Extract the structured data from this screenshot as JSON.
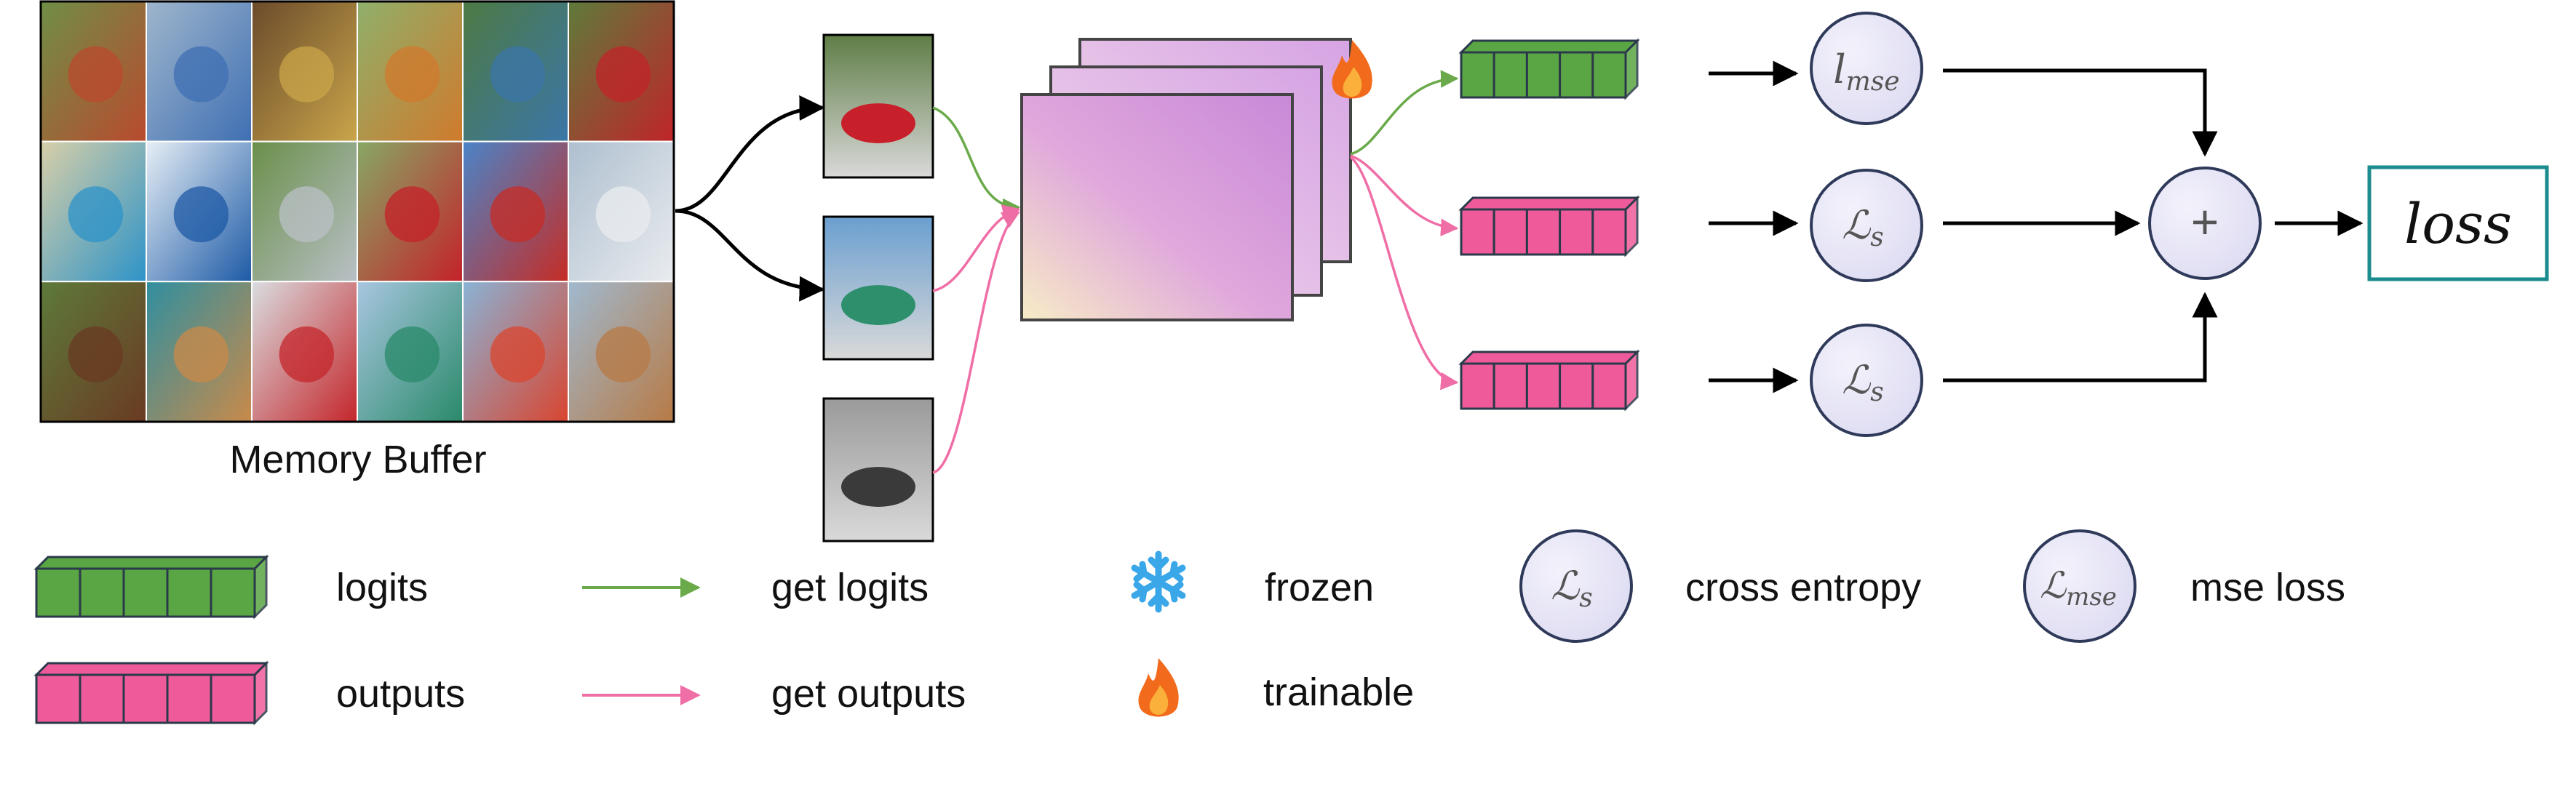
{
  "memory_buffer": {
    "label": "Memory Buffer",
    "images": [
      {
        "name": "warning-sign",
        "c1": "#6f8f46",
        "c2": "#b94a2e"
      },
      {
        "name": "pedestrian-sign",
        "c1": "#9fb6cc",
        "c2": "#3f6fb3"
      },
      {
        "name": "finch-bird",
        "c1": "#6b4b2b",
        "c2": "#c9a54a"
      },
      {
        "name": "robin-bird",
        "c1": "#8fb06b",
        "c2": "#d07a2c"
      },
      {
        "name": "bluebird",
        "c1": "#4d7a44",
        "c2": "#3b76a8"
      },
      {
        "name": "stop-sign",
        "c1": "#5e7b3b",
        "c2": "#c0242a"
      },
      {
        "name": "tuk-tuk",
        "c1": "#d8cfa8",
        "c2": "#2d93c8"
      },
      {
        "name": "bike-lane-sign",
        "c1": "#e6eef5",
        "c2": "#1d5aa6"
      },
      {
        "name": "silver-car",
        "c1": "#6a8f4a",
        "c2": "#b9c0c6"
      },
      {
        "name": "red-sports-car",
        "c1": "#87a865",
        "c2": "#c4222a"
      },
      {
        "name": "red-bicycle",
        "c1": "#4a84c8",
        "c2": "#c62c25"
      },
      {
        "name": "bullet-train",
        "c1": "#aebfcf",
        "c2": "#e9ecef"
      },
      {
        "name": "perched-bird",
        "c1": "#5d7a3b",
        "c2": "#6a3a22"
      },
      {
        "name": "shrike-bird",
        "c1": "#2f8fa0",
        "c2": "#c98a4a"
      },
      {
        "name": "no-entry-signs",
        "c1": "#d9dde0",
        "c2": "#c4262b"
      },
      {
        "name": "highway-signs",
        "c1": "#a8c6e0",
        "c2": "#2a8a6a"
      },
      {
        "name": "ferry-boat",
        "c1": "#8ab3d6",
        "c2": "#d9452f"
      },
      {
        "name": "kestrel-bird",
        "c1": "#a0b9cf",
        "c2": "#b77a45"
      }
    ]
  },
  "sample_images": [
    {
      "name": "sports-car-sample",
      "c1": "#5f7d46",
      "c2": "#c8202a"
    },
    {
      "name": "road-signs-sample",
      "c1": "#6b9fd0",
      "c2": "#2d8f6b"
    },
    {
      "name": "motorcycle-sample",
      "c1": "#9a9a9a",
      "c2": "#3a3a3a"
    }
  ],
  "flow": {
    "loss_labels": {
      "mse_small": "l",
      "mse_small_sub": "mse",
      "ce": "ℒ",
      "ce_sub": "s"
    },
    "plus_symbol": "+",
    "loss_box": "loss"
  },
  "legend": {
    "logits": "logits",
    "outputs": "outputs",
    "get_logits": "get logits",
    "get_outputs": "get outputs",
    "frozen": "frozen",
    "trainable": "trainable",
    "cross_entropy": "cross entropy",
    "mse_loss": "mse loss",
    "ce_symbol": "ℒ",
    "ce_sub": "s",
    "mse_symbol": "ℒ",
    "mse_sub": "mse"
  },
  "colors": {
    "green_fill": "#5aa544",
    "green_line": "#6aaa4a",
    "pink_fill": "#ef5b9a",
    "pink_line": "#f06ea6",
    "circle_fill": "#e6e4f6",
    "circle_stroke": "#2f3a5a",
    "loss_box_stroke": "#1a8b8e",
    "snowflake": "#3aa7e8",
    "flame_outer": "#f26a1b",
    "flame_inner": "#fbb03b"
  }
}
